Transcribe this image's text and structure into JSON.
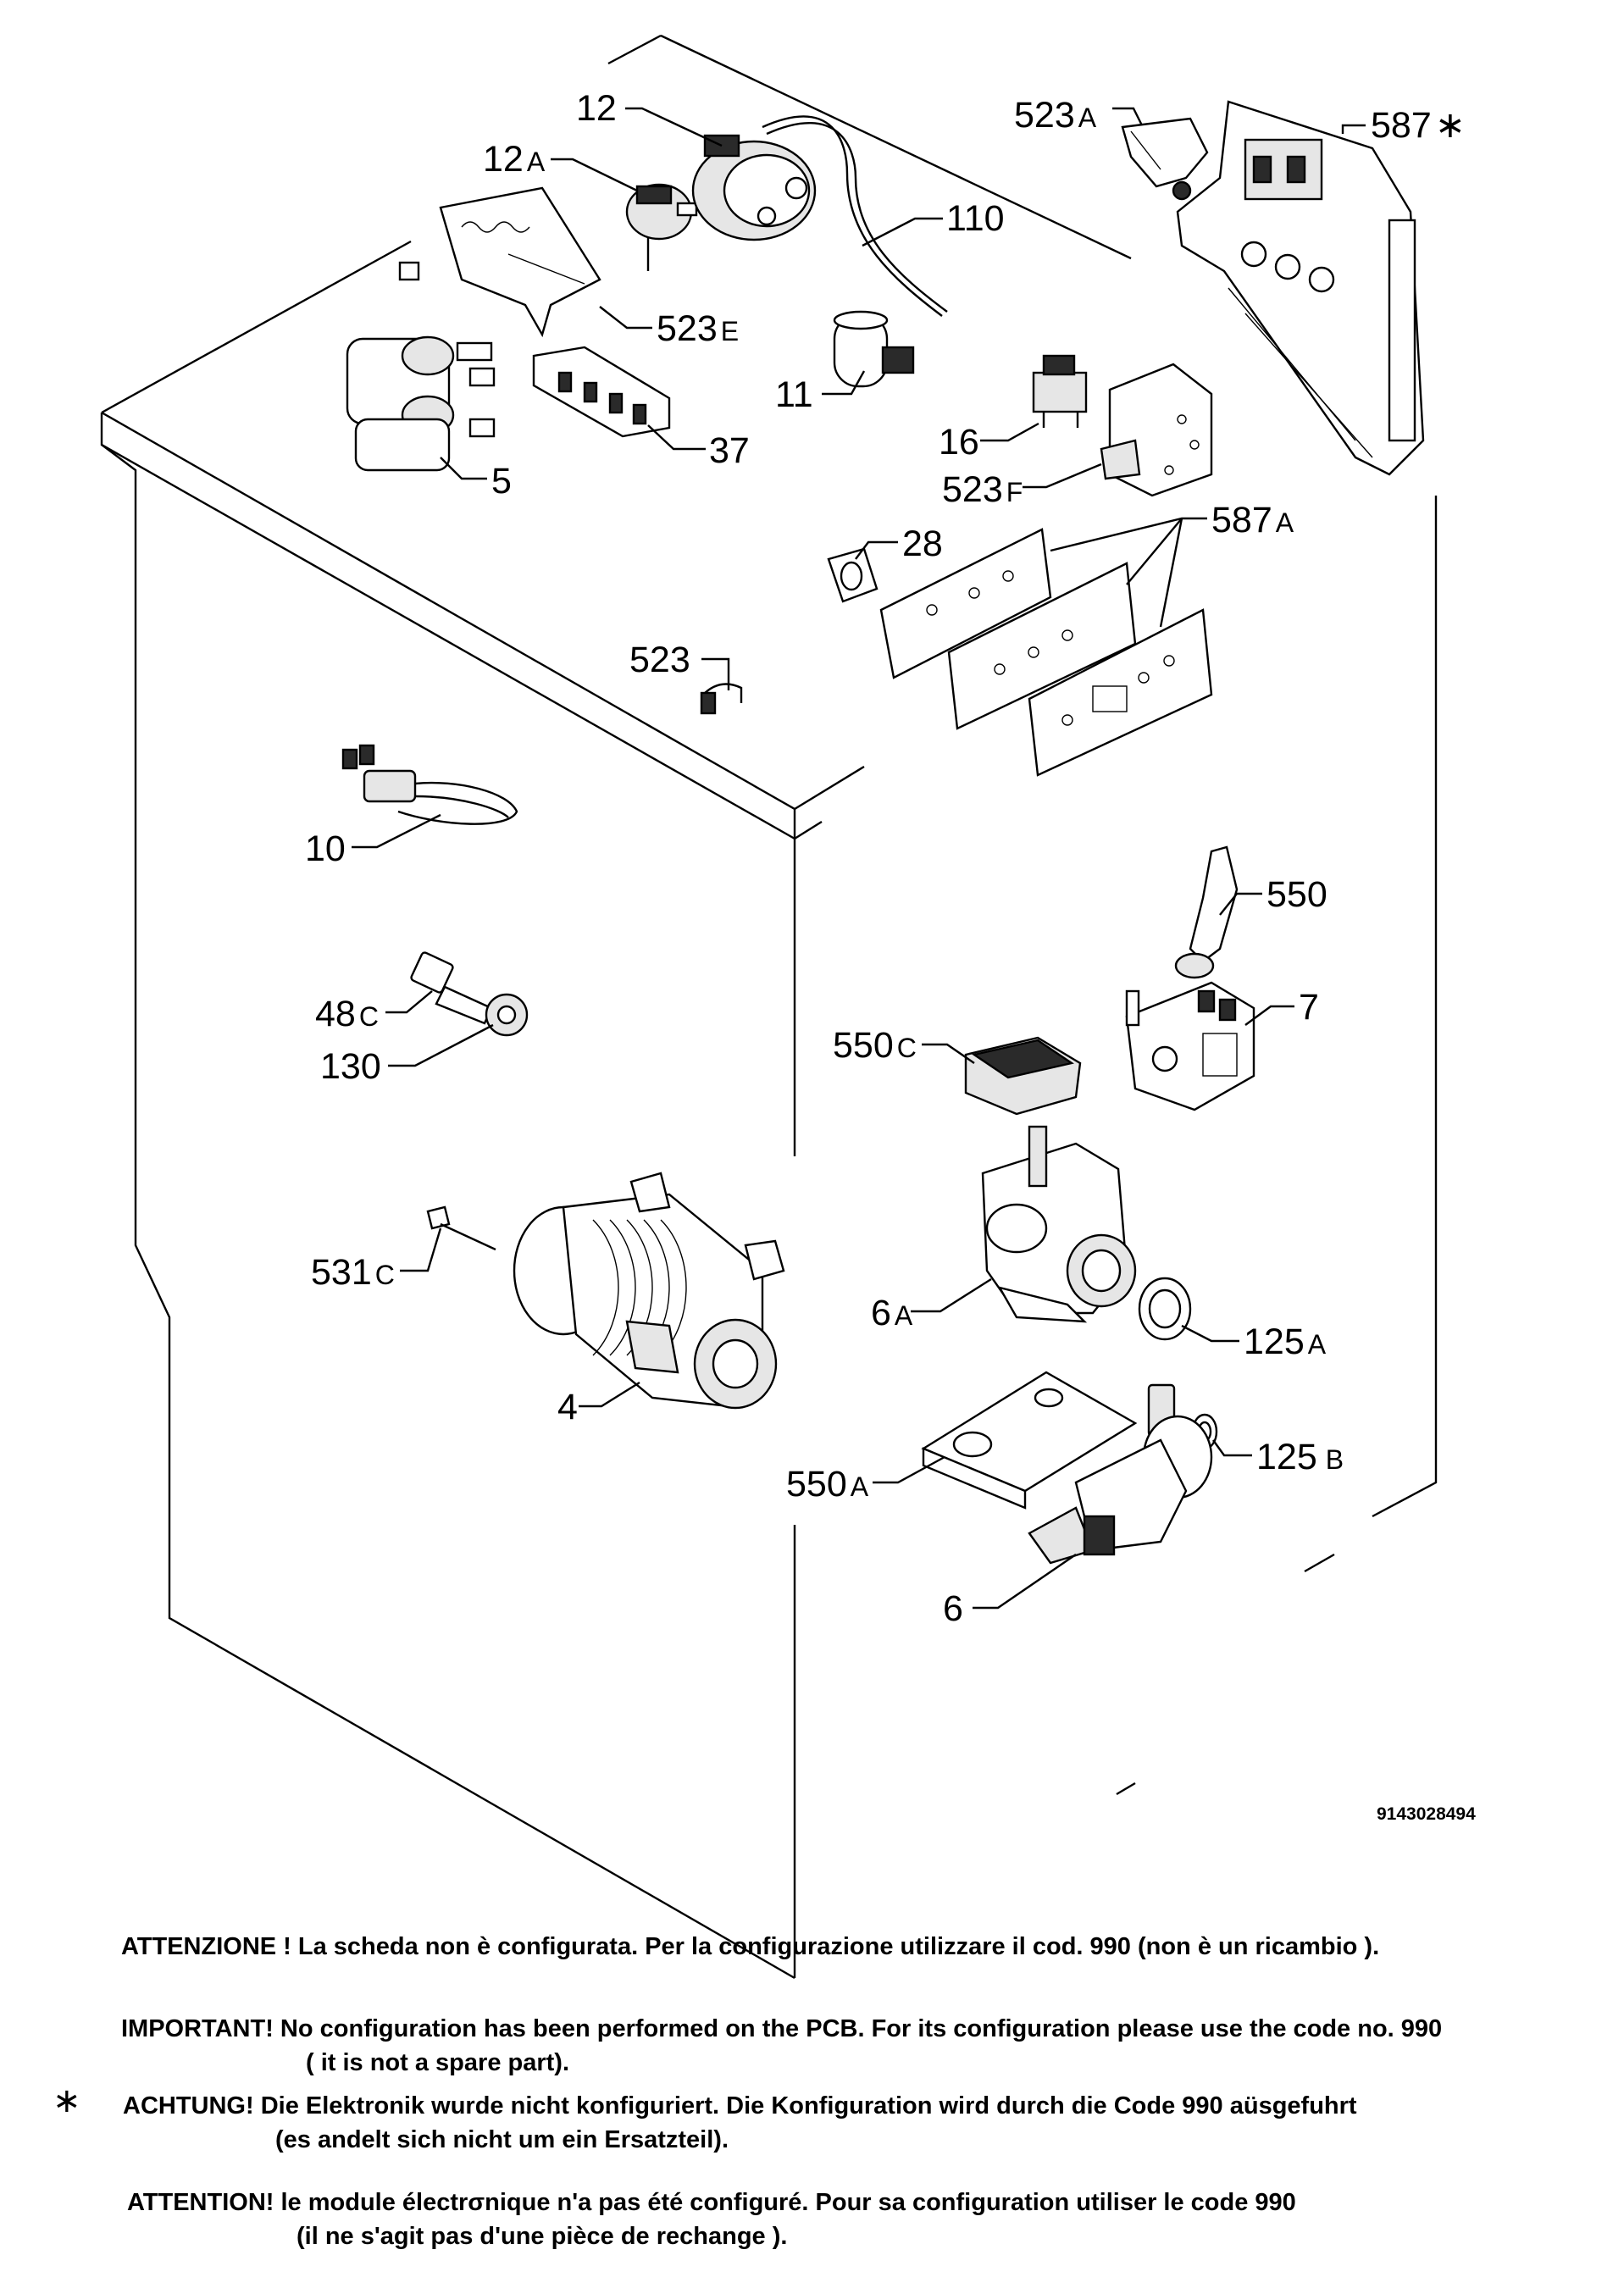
{
  "labels": {
    "p12": {
      "num": "12",
      "suf": ""
    },
    "p12a": {
      "num": "12",
      "suf": "A"
    },
    "p110": {
      "num": "110",
      "suf": ""
    },
    "p523a": {
      "num": "523",
      "suf": "A"
    },
    "p587s": {
      "num": "587",
      "suf": "∗"
    },
    "p523e": {
      "num": "523",
      "suf": "E"
    },
    "p11": {
      "num": "11",
      "suf": ""
    },
    "p16": {
      "num": "16",
      "suf": ""
    },
    "p523f": {
      "num": "523",
      "suf": "F"
    },
    "p37": {
      "num": "37",
      "suf": ""
    },
    "p5": {
      "num": "5",
      "suf": ""
    },
    "p28": {
      "num": "28",
      "suf": ""
    },
    "p587a": {
      "num": "587",
      "suf": "A"
    },
    "p523": {
      "num": "523",
      "suf": ""
    },
    "p10": {
      "num": "10",
      "suf": ""
    },
    "p550": {
      "num": "550",
      "suf": ""
    },
    "p7": {
      "num": "7",
      "suf": ""
    },
    "p48c": {
      "num": "48",
      "suf": "C"
    },
    "p130": {
      "num": "130",
      "suf": ""
    },
    "p550c": {
      "num": "550",
      "suf": "C"
    },
    "p531c": {
      "num": "531",
      "suf": "C"
    },
    "p6a": {
      "num": "6",
      "suf": "A"
    },
    "p125a": {
      "num": "125",
      "suf": "A"
    },
    "p4": {
      "num": "4",
      "suf": ""
    },
    "p125b": {
      "num": "125",
      "suf": "B"
    },
    "p550a": {
      "num": "550",
      "suf": "A"
    },
    "p6": {
      "num": "6",
      "suf": ""
    }
  },
  "doc_number": "9143028494",
  "notes": {
    "it": {
      "line1": "ATTENZIONE ! La scheda non è  configurata. Per la configurazione utilizzare il cod. 990 (non è un ricambio ).",
      "line2": ""
    },
    "en": {
      "line1": "IMPORTANT! No configuration has been performed on the PCB. For its configuration please use the code no. 990",
      "line2": "( it is not a spare part)."
    },
    "de": {
      "line1": "ACHTUNG! Die Elektronik wurde nicht konfiguriert. Die Konfiguration wird durch die Code 990 aüsgefuhrt",
      "line2": "(es andelt sich nicht um ein Ersatzteil)."
    },
    "fr": {
      "line1": "ATTENTION! le module électrσnique n'a pas été configuré. Pour  sa configuration utiliser le code 990",
      "line2": "(il ne s'agit pas d'une pièce de rechange )."
    }
  },
  "footnote_marker": "∗"
}
